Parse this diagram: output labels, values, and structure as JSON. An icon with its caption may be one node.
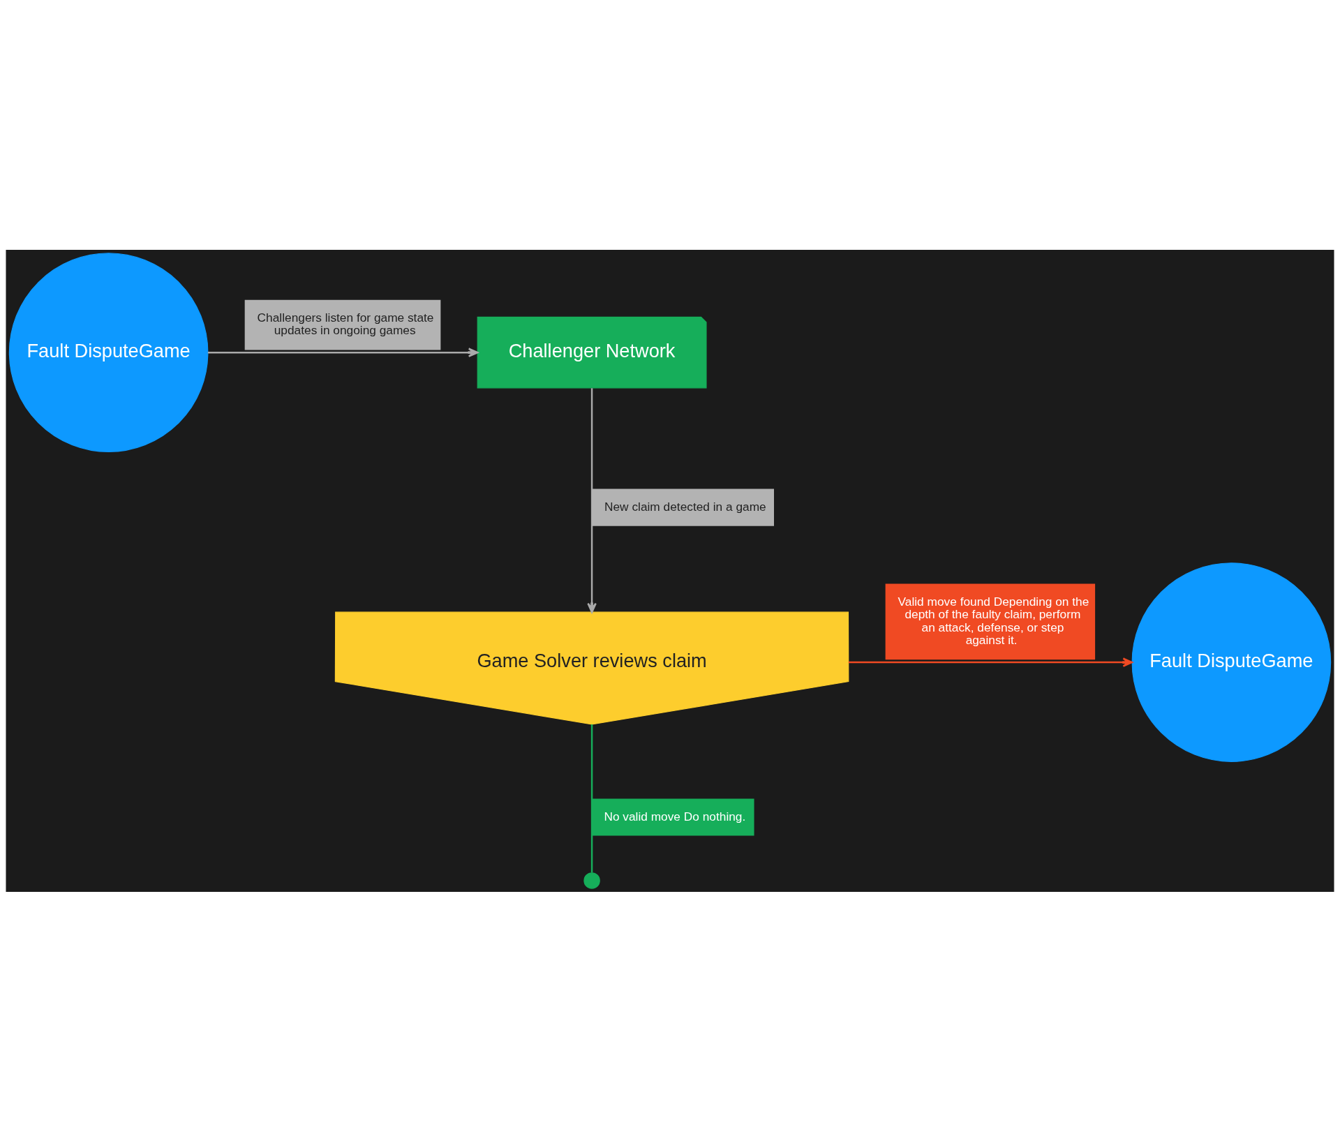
{
  "diagram": {
    "nodes": [
      {
        "text": [
          "Fault DisputeGame"
        ]
      },
      {
        "text": [
          "Challenger Network"
        ]
      },
      {
        "text": [
          "Game Solver reviews claim"
        ]
      },
      {
        "text": [
          "Fault DisputeGame"
        ]
      },
      {
        "text": [],
        "shape": "circle"
      }
    ],
    "edges": [
      {
        "from": 0,
        "to": 1,
        "arrow": "to",
        "label": "Challengers listen for game state updates in ongoing games"
      },
      {
        "from": 1,
        "to": 2,
        "arrow": "to",
        "label": "New claim detected in a game"
      },
      {
        "from": 2,
        "to": 3,
        "arrow": "to",
        "label": "Valid move found Depending on the depth of the faulty claim, perform an attack, defense, or step against it.",
        "color": "#f04a23"
      },
      {
        "from": 2,
        "to": 4,
        "arrow": "none",
        "label": "No valid move Do nothing.",
        "color": "#16ae5a"
      }
    ]
  }
}
